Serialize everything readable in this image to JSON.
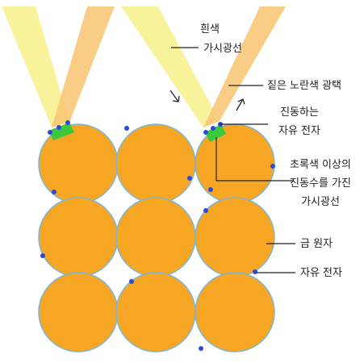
{
  "labels": {
    "white_light_line1": "흰색",
    "white_light_line2": "가시광선",
    "yellow_light": "짙은 노란색 광택",
    "vibrating_electron_line1": "진동하는",
    "vibrating_electron_line2": "자유 전자",
    "green_light_line1": "초록색 이상의",
    "green_light_line2": "진동수를 가진",
    "green_light_line3": "가시광선",
    "gold_atom": "금 원자",
    "free_electron": "자유 전자"
  },
  "colors": {
    "gold_atom": "#f6a623",
    "gold_atom_edge": "#7bb6d8",
    "white_light_beam": "#f7f08a",
    "yellow_light_beam": "#f8c878",
    "green_absorbed": "#3cc83c",
    "free_electron": "#2f49d8",
    "leader_line": "#222222"
  },
  "atom_grid": {
    "rows": 3,
    "columns": 3
  }
}
